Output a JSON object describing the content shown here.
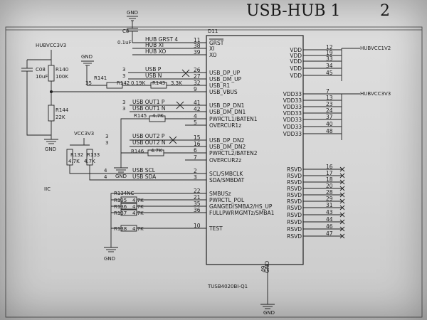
{
  "title": {
    "text": "USB-HUB 1",
    "page": "2"
  },
  "chip": {
    "ref": "D11",
    "part": "TUSB4020BI-Q1",
    "gnd_label": "GND",
    "gnd_pin": "49"
  },
  "left_pins": [
    {
      "name": "GRST",
      "num": "11"
    },
    {
      "name": "XI",
      "num": "38"
    },
    {
      "name": "XO",
      "num": "39"
    },
    {
      "name": "USB_DP_UP",
      "num": "26"
    },
    {
      "name": "USB_DM_UP",
      "num": "27"
    },
    {
      "name": "USB_R1",
      "num": "32"
    },
    {
      "name": "USB_VBUS",
      "num": "9"
    },
    {
      "name": "USB_DP_DN1",
      "num": "41"
    },
    {
      "name": "USB_DM_DN1",
      "num": "42"
    },
    {
      "name": "PWRCTL1/BATEN1",
      "num": "4"
    },
    {
      "name": "OVERCUR1z",
      "num": "5"
    },
    {
      "name": "USB_DP_DN2",
      "num": "15"
    },
    {
      "name": "USB_DM_DN2",
      "num": "16"
    },
    {
      "name": "PWRCTL2/BATEN2",
      "num": "6"
    },
    {
      "name": "OVERCUR2z",
      "num": "7"
    },
    {
      "name": "SCL/SMBCLK",
      "num": "2"
    },
    {
      "name": "SDA/SMBDAT",
      "num": "3"
    },
    {
      "name": "SMBUSz",
      "num": "22"
    },
    {
      "name": "PWRCTL_POL",
      "num": "21"
    },
    {
      "name": "GANGED/SMBA2/HS_UP",
      "num": "35"
    },
    {
      "name": "FULLPWRMGMTz/SMBA1",
      "num": "36"
    },
    {
      "name": "TEST",
      "num": "10"
    }
  ],
  "right_pins": {
    "vdd": {
      "name": "VDD",
      "nums": [
        "12",
        "19",
        "33",
        "34",
        "45"
      ],
      "net": "HUBVCC1V2"
    },
    "vdd33": {
      "name": "VDD33",
      "nums": [
        "7",
        "13",
        "23",
        "24",
        "37",
        "40",
        "48"
      ],
      "net": "HUBVCC3V3"
    },
    "rsvd": {
      "name": "RSVD",
      "nums": [
        "16",
        "17",
        "18",
        "20",
        "28",
        "29",
        "31",
        "43",
        "44",
        "46",
        "47"
      ]
    }
  },
  "nets": {
    "hub_grst": "HUB GRST 4",
    "hub_xi": "HUB XI",
    "hub_xo": "HUB XO",
    "usb_p": "USB P",
    "usb_n": "USB N",
    "usb_out1_p": "USB OUT1 P",
    "usb_out1_n": "USB OUT1 N",
    "usb_out2_p": "USB OUT2 P",
    "usb_out2_n": "USB OUT2 N",
    "usb_scl": "USB SCL",
    "usb_sda": "USB SDA",
    "hubvcc3v3": "HUBVCC3V3",
    "vcc3v3": "VCC3V3",
    "iic": "IIC",
    "gnd": "GND",
    "num3": "3",
    "num4": "4"
  },
  "parts": {
    "c8": "C8",
    "c8v": "0.1uF",
    "c08": "C08",
    "c08v": "10uF",
    "r140": "R140",
    "r140v": "100K",
    "r144": "R144",
    "r144v": "22K",
    "r141": "R141",
    "r141v": "35",
    "r142": "R142",
    "r142v": "0.19K",
    "r143": "R143",
    "r143v": "3.3K",
    "r145": "R145",
    "r145v": "4.7K",
    "r146": "R146",
    "r146v": "4.7K",
    "r132": "R132",
    "r132v": "4.7K",
    "r133": "R133",
    "r133v": "4.7K",
    "r134": "R134NC",
    "r135": "R135",
    "r135v": "4.7K",
    "r136": "R136",
    "r136v": "4.7K",
    "r137": "R137",
    "r137v": "4.7K",
    "r138": "R138",
    "r138v": "4.7K"
  }
}
